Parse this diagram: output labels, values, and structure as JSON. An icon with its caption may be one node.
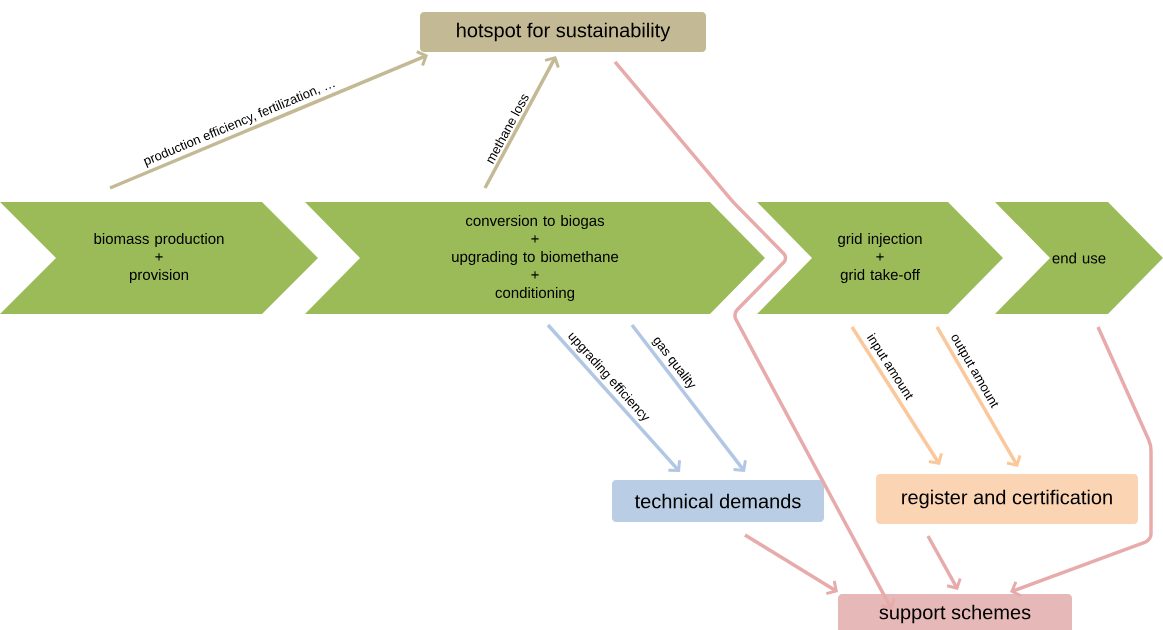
{
  "diagram": {
    "nodes": [
      {
        "text": [
          "hotspot for sustainability"
        ]
      },
      {
        "text": [
          "biomass production + provision"
        ]
      },
      {
        "text": [
          "conversion to biogas + upgrading to biomethane + conditioning"
        ]
      },
      {
        "text": [
          "grid injection + grid take-off"
        ]
      },
      {
        "text": [
          "end use"
        ]
      },
      {
        "text": [
          "technical demands"
        ]
      },
      {
        "text": [
          "register and certification"
        ]
      },
      {
        "text": [
          "support schemes"
        ]
      }
    ],
    "edges": [
      {
        "from": 1,
        "to": 0,
        "arrow": "to",
        "label": "production efficiency, fertilization, …",
        "color": "#c4b995"
      },
      {
        "from": 2,
        "to": 0,
        "arrow": "to",
        "label": "methane loss",
        "color": "#c4b995"
      },
      {
        "from": 0,
        "to": 7,
        "arrow": "to",
        "color": "#e8abab"
      },
      {
        "from": 2,
        "to": 5,
        "arrow": "to",
        "label": "upgrading efficiency",
        "color": "#b2c7e4"
      },
      {
        "from": 2,
        "to": 5,
        "arrow": "to",
        "label": "gas quality",
        "color": "#b2c7e4"
      },
      {
        "from": 3,
        "to": 6,
        "arrow": "to",
        "label": "input amount",
        "color": "#fbc89c"
      },
      {
        "from": 3,
        "to": 6,
        "arrow": "to",
        "label": "output amount",
        "color": "#fbc89c"
      },
      {
        "from": 4,
        "to": 7,
        "arrow": "to",
        "color": "#e8abab"
      },
      {
        "from": 5,
        "to": 7,
        "arrow": "to",
        "color": "#e8abab"
      },
      {
        "from": 6,
        "to": 7,
        "arrow": "to",
        "color": "#e8abab"
      }
    ]
  }
}
